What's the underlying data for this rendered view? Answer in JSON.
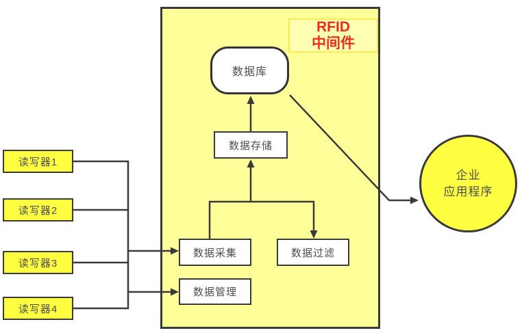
{
  "diagram": {
    "middleware_label": {
      "line1": "RFID",
      "line2": "中间件"
    },
    "readers": [
      "读写器1",
      "读写器2",
      "读写器3",
      "读写器4"
    ],
    "nodes": {
      "database": "数据库",
      "data_storage": "数据存储",
      "data_collection": "数据采集",
      "data_filter": "数据过滤",
      "data_management": "数据管理"
    },
    "enterprise_app": {
      "line1": "企业",
      "line2": "应用程序"
    },
    "colors": {
      "panel_fill": "#FFFF99",
      "node_fill": "#FFFF42",
      "label_fill": "#FFFFB3",
      "label_border": "#FFE94D",
      "line_stroke": "#3A3A3A",
      "text": "#4D4D4D",
      "accent_red": "#EE2B1E"
    }
  }
}
